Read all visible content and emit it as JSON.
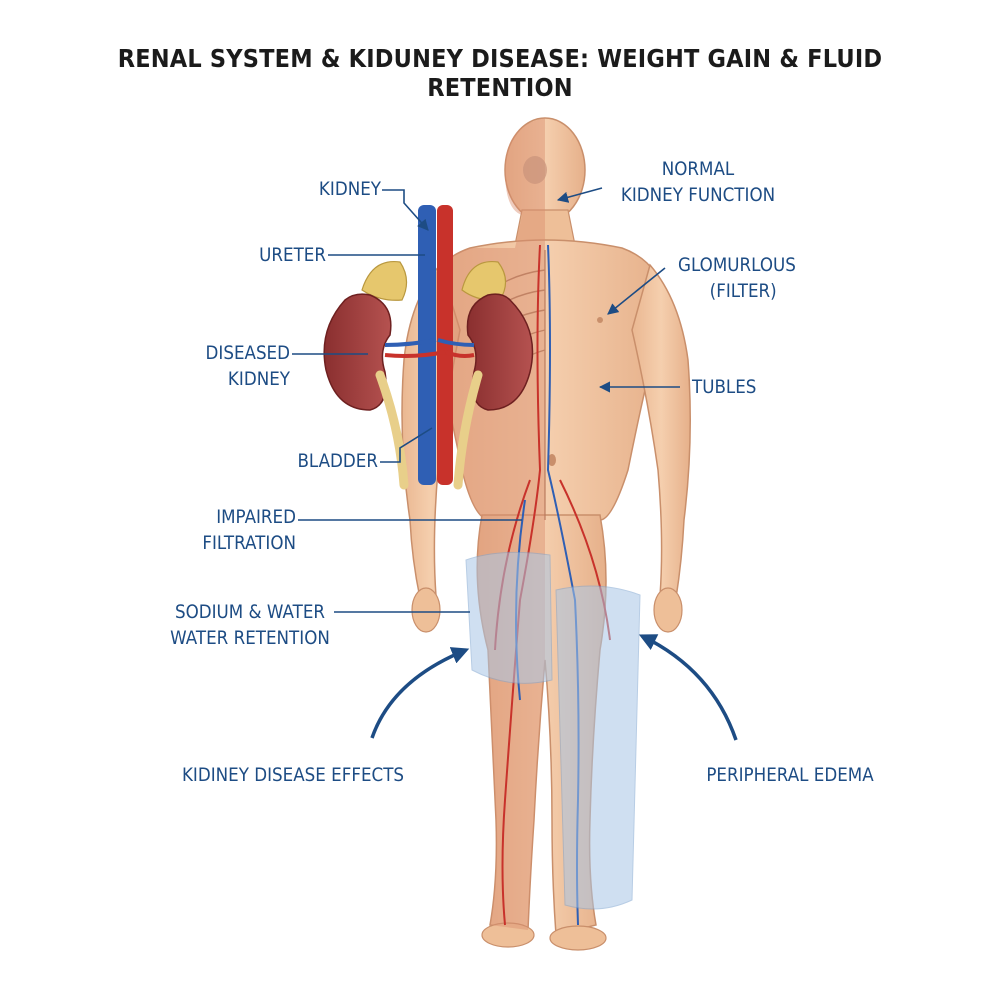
{
  "title": "RENAL SYSTEM & KIDUNEY DISEASE: WEIGHT GAIN & FLUID RETENTION",
  "labels": {
    "kidney": "KIDNEY",
    "ureter": "URETER",
    "diseased_kidney": [
      "DISEASED",
      "KIDNEY"
    ],
    "bladder": "BLADDER",
    "impaired_filtration": [
      "IMPAIRED",
      "FILTRATION"
    ],
    "sodium_water": [
      "SODIUM & WATER",
      "WATER RETENTION"
    ],
    "kidney_disease_effects": "KIDINEY DISEASE EFFECTS",
    "normal_kidney_function": [
      "NORMAL",
      "KIDNEY FUNCTION"
    ],
    "glomurlous": [
      "GLOMURLOUS",
      "(FILTER)"
    ],
    "tubles": "TUBLES",
    "peripheral_edema": "PERIPHERAL EDEMA"
  },
  "colors": {
    "label": "#1d4c84",
    "skin": "#f2c7a3",
    "skin_dark": "#d89e7a",
    "artery": "#c8322b",
    "vein": "#2f5fb4",
    "kidney": "#9c3b3a",
    "edema": "#a9c6e6"
  }
}
